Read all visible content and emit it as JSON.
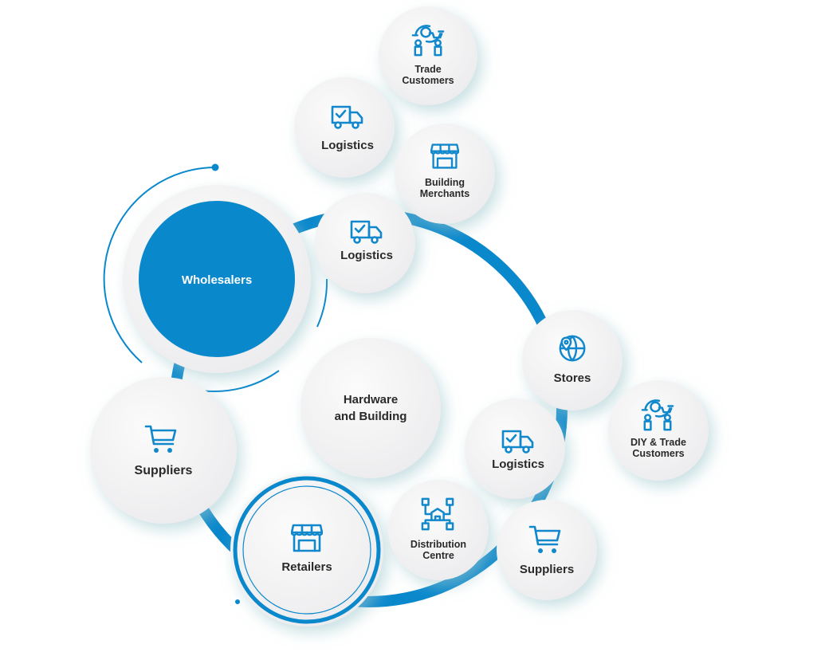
{
  "colors": {
    "accent": "#0a88cc",
    "node_fill": "#f3f4f5",
    "text": "#2a2a2a",
    "shadow": "#cfe3e6"
  },
  "center": {
    "label_line1": "Hardware",
    "label_line2": "and Building"
  },
  "nodes": {
    "wholesalers": {
      "label": "Wholesalers"
    },
    "logistics_top": {
      "label": "Logistics",
      "icon": "truck-check-icon"
    },
    "trade_customers": {
      "label_line1": "Trade",
      "label_line2": "Customers",
      "icon": "exchange-customers-icon"
    },
    "building_merchants": {
      "label_line1": "Building",
      "label_line2": "Merchants",
      "icon": "storefront-icon"
    },
    "logistics_mid": {
      "label": "Logistics",
      "icon": "truck-check-icon"
    },
    "stores": {
      "label": "Stores",
      "icon": "globe-pin-icon"
    },
    "diy_trade_customers": {
      "label_line1": "DIY & Trade",
      "label_line2": "Customers",
      "icon": "exchange-customers-icon"
    },
    "logistics_low": {
      "label": "Logistics",
      "icon": "truck-check-icon"
    },
    "suppliers_right": {
      "label": "Suppliers",
      "icon": "cart-icon"
    },
    "distribution_centre": {
      "label_line1": "Distribution",
      "label_line2": "Centre",
      "icon": "network-warehouse-icon"
    },
    "retailers": {
      "label": "Retailers",
      "icon": "store-icon"
    },
    "suppliers_left": {
      "label": "Suppliers",
      "icon": "cart-icon"
    }
  }
}
